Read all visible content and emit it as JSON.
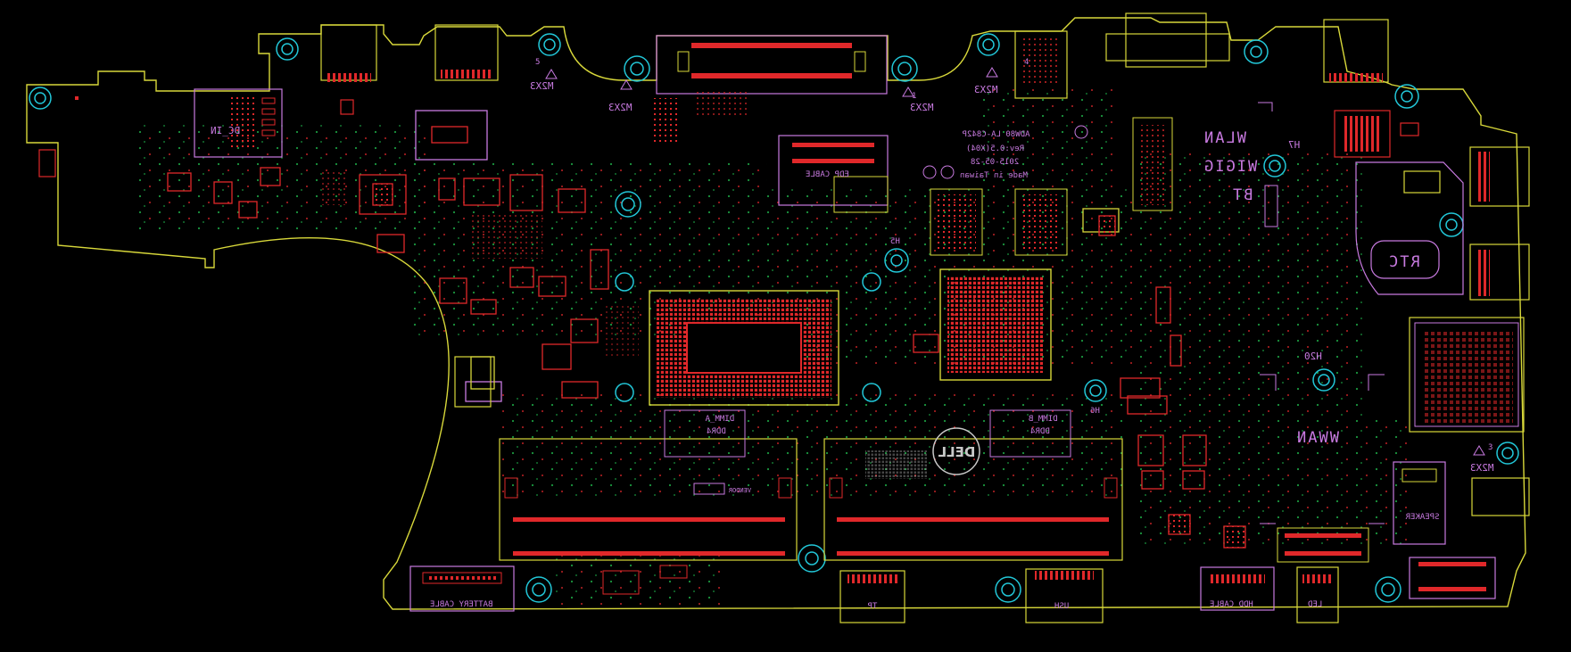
{
  "board": {
    "title_line1": "ADW80 LA-C842P",
    "title_line2": "Rev:0.5(X04)",
    "title_line3": "2015-05-28",
    "title_line4": "Made in Taiwan",
    "brand_logo": "DELL"
  },
  "labels": {
    "wlan": "WLAN",
    "wigig": "WIGIG",
    "bt": "BT",
    "wwan": "WWAN",
    "rtc": "RTC",
    "dc_in": "DC_IN",
    "edp_cable": "EDP CABLE",
    "battery_cable": "BATTERY CABLE",
    "tp": "TP",
    "usb": "USH",
    "hdd_cable": "HDD CABLE",
    "led": "LED",
    "speaker": "SPEAKER",
    "dimm_a": "DIMM_A",
    "dimm_b": "DIMM_B",
    "ddr4_a": "DDR4",
    "ddr4_b": "DDR4",
    "vendor": "VENDOR"
  },
  "holes": {
    "h7": "H7",
    "h20": "H20",
    "h5": "H5",
    "h6": "H6",
    "m2x3": "M2X3",
    "n1": "1",
    "n3": "3",
    "n4": "4",
    "n5": "5"
  },
  "colors": {
    "outline": "#d8d83a",
    "copper": "#e0282a",
    "silk": "#c87ae0",
    "drill": "#22c7d8",
    "via": "#1fb24a",
    "background": "#000000"
  },
  "icons": {
    "cert": "c-circle-icon",
    "recycle": "pb-circle-icon",
    "halogen": "h-circle-icon"
  }
}
